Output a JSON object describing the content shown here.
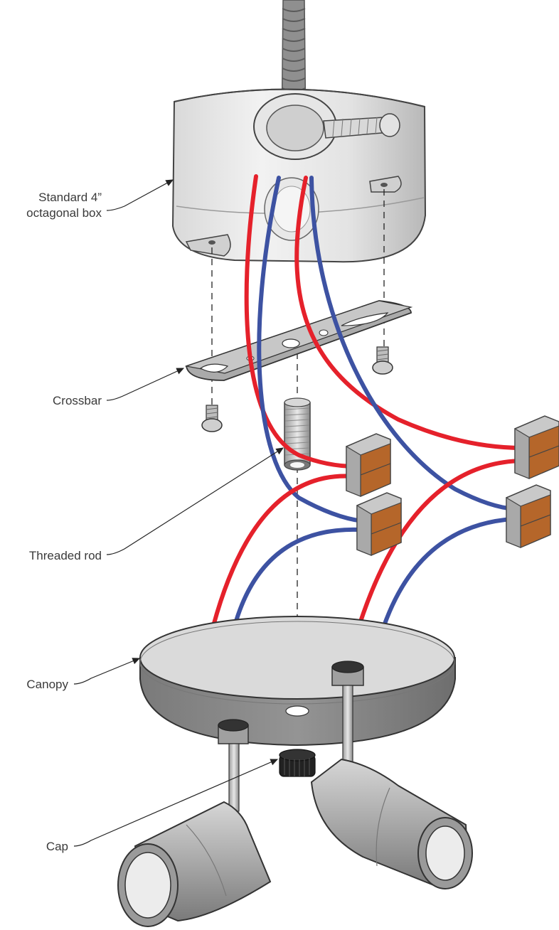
{
  "labels": {
    "box_line1": "Standard 4”",
    "box_line2": "octagonal box",
    "crossbar": "Crossbar",
    "threaded_rod": "Threaded rod",
    "canopy": "Canopy",
    "cap": "Cap"
  },
  "colors": {
    "hot_wire": "#e5212b",
    "neutral_wire": "#3d52a2",
    "connector_body": "#c9c9c9",
    "connector_lever": "#b5662a",
    "metal": "#bfbfbf",
    "canopy": "#8c8c8c",
    "label_text": "#3a3a3a"
  }
}
